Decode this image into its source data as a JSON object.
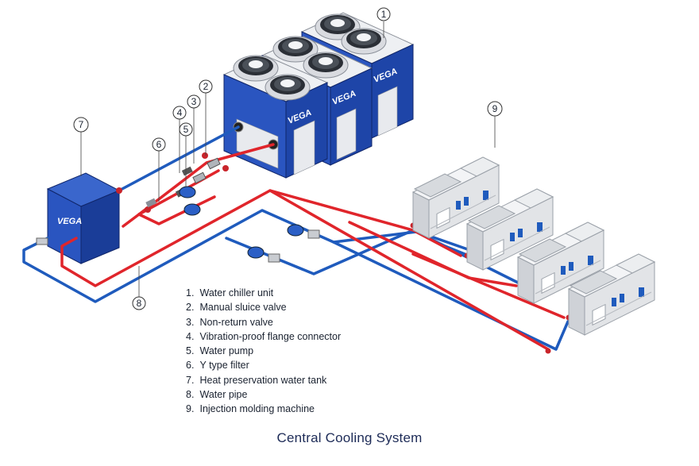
{
  "caption": "Central Cooling System",
  "brand": "VEGA",
  "legend": [
    {
      "num": "1.",
      "label": "Water chiller unit"
    },
    {
      "num": "2.",
      "label": "Manual sluice valve"
    },
    {
      "num": "3.",
      "label": "Non-return valve"
    },
    {
      "num": "4.",
      "label": "Vibration-proof flange connector"
    },
    {
      "num": "5.",
      "label": "Water pump"
    },
    {
      "num": "6.",
      "label": "Y type filter"
    },
    {
      "num": "7.",
      "label": "Heat preservation water tank"
    },
    {
      "num": "8.",
      "label": "Water pipe"
    },
    {
      "num": "9.",
      "label": "Injection molding machine"
    }
  ],
  "callouts": [
    "1",
    "2",
    "3",
    "4",
    "5",
    "6",
    "7",
    "8",
    "9"
  ],
  "colors": {
    "supply_pipe": "#e0252b",
    "return_pipe": "#1f5bbd",
    "unit_blue": "#1e45a8",
    "machine_gray": "#e2e4e7",
    "caption": "#1d2b57"
  }
}
